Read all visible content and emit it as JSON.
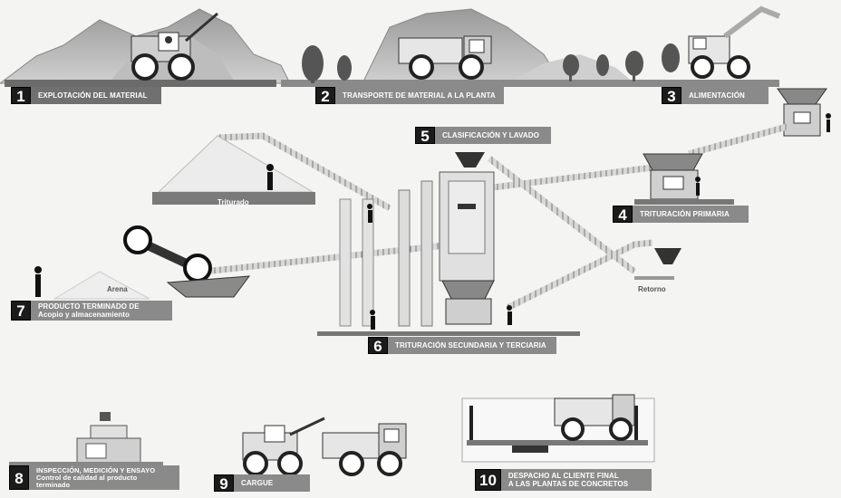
{
  "steps": [
    {
      "num": "1",
      "label": "EXPLOTACIÓN DEL MATERIAL"
    },
    {
      "num": "2",
      "label": "TRANSPORTE DE MATERIAL A LA PLANTA"
    },
    {
      "num": "3",
      "label": "ALIMENTACIÓN"
    },
    {
      "num": "4",
      "label": "TRITURACIÓN PRIMARIA"
    },
    {
      "num": "5",
      "label": "CLASIFICACIÓN Y LAVADO"
    },
    {
      "num": "6",
      "label": "TRITURACIÓN SECUNDARIA Y TERCIARIA"
    },
    {
      "num": "7",
      "label": "PRODUCTO TERMINADO DE",
      "label2": "Acopio y almacenamiento"
    },
    {
      "num": "8",
      "label": "INSPECCIÓN, MEDICIÓN Y ENSAYO",
      "label2": "Control de calidad al producto",
      "label3": "terminado"
    },
    {
      "num": "9",
      "label": "CARGUE"
    },
    {
      "num": "10",
      "label": "DESPACHO AL CLIENTE FINAL",
      "label2": "A LAS PLANTAS DE CONCRETOS"
    }
  ],
  "tags": {
    "triturado": "Triturado",
    "arena": "Arena",
    "retorno": "Retorno"
  },
  "icons": [
    "excavator-icon",
    "dump-truck-icon",
    "mountain-icon",
    "tree-icon",
    "conveyor-icon",
    "crusher-icon",
    "screen-tower-icon",
    "worker-icon",
    "sand-classifier-icon",
    "lab-equipment-icon",
    "loader-icon",
    "weighbridge-icon"
  ]
}
